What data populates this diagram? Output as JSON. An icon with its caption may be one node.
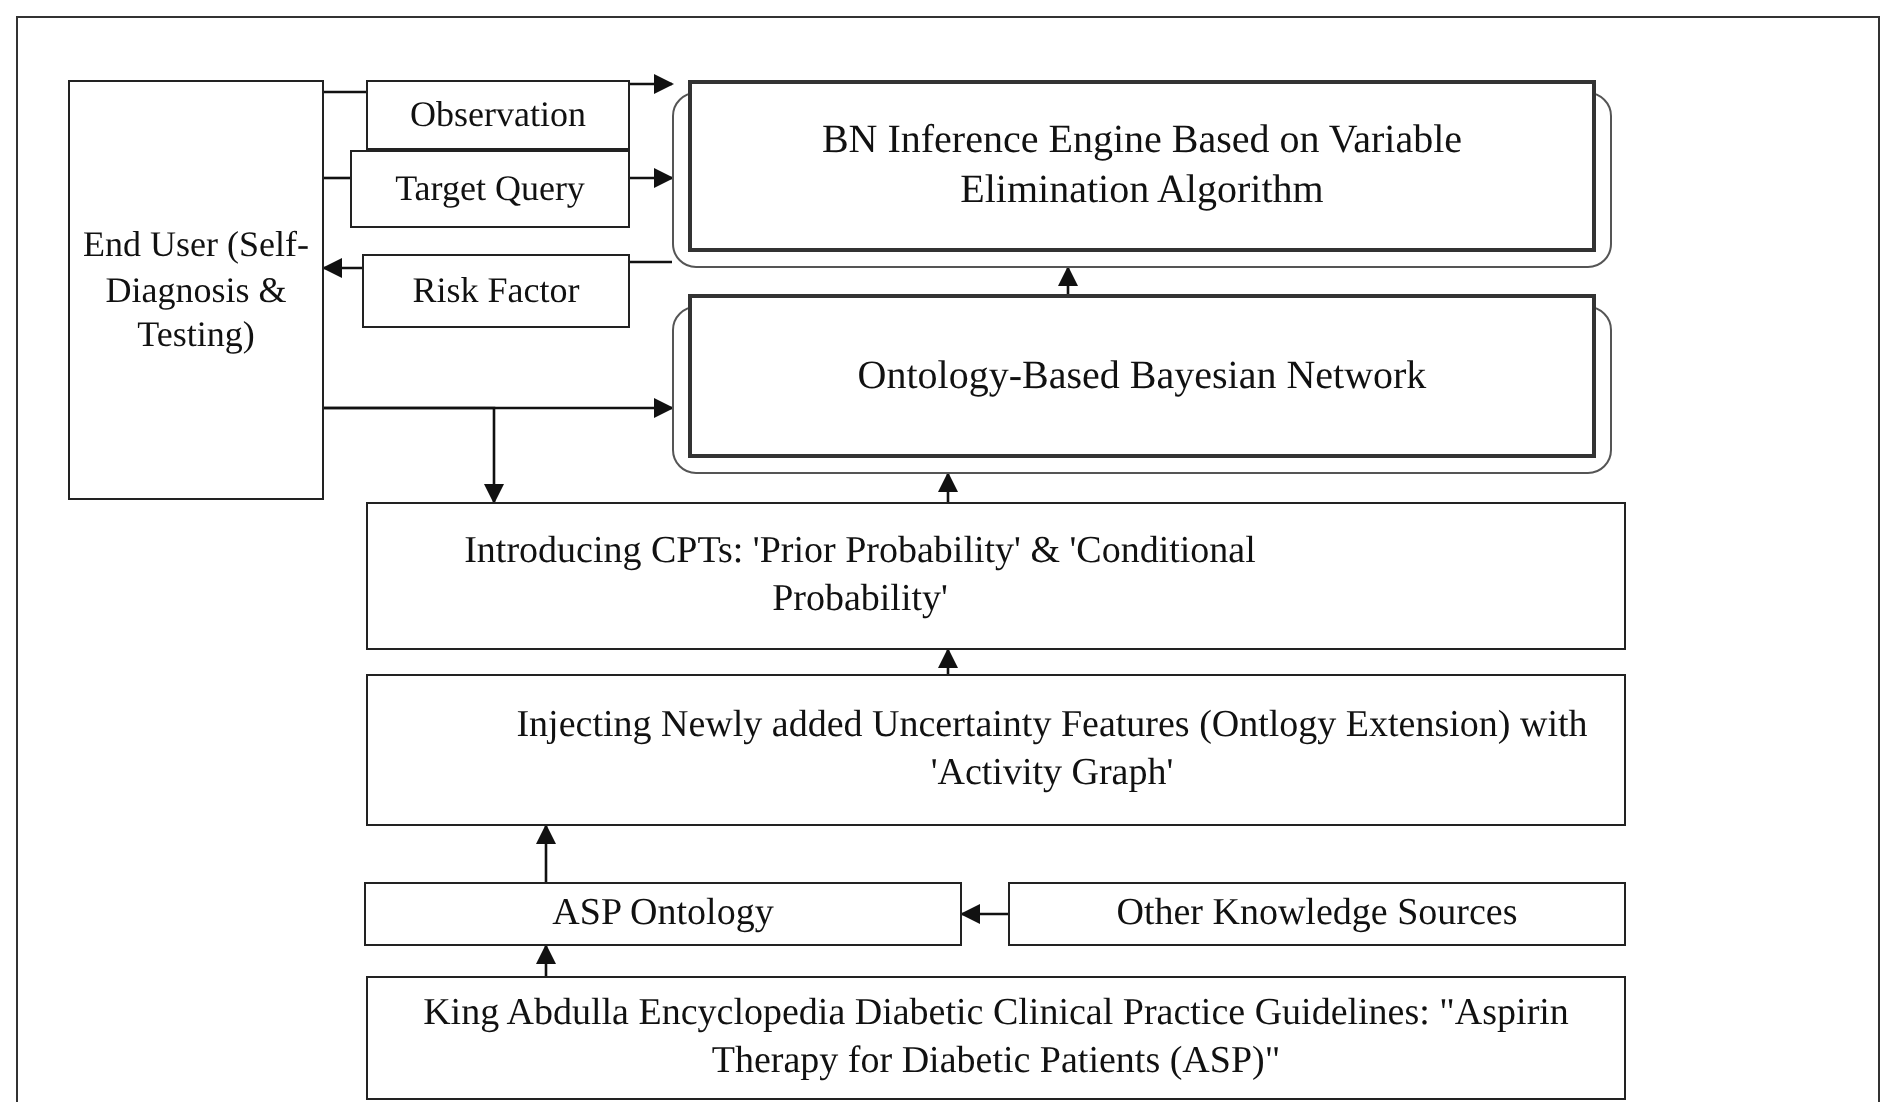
{
  "diagram": {
    "nodes": [
      {
        "text": [
          "End User (Self-Diagnosis & Testing)"
        ]
      },
      {
        "text": [
          "Observation"
        ]
      },
      {
        "text": [
          "Target Query"
        ]
      },
      {
        "text": [
          "Risk Factor"
        ]
      },
      {
        "text": [
          "BN Inference Engine Based on Variable Elimination Algorithm"
        ]
      },
      {
        "text": [
          "Ontology-Based Bayesian Network"
        ]
      },
      {
        "text": [
          "Introducing CPTs: 'Prior Probability' & 'Conditional Probability'"
        ]
      },
      {
        "text": [
          "Injecting Newly added Uncertainty Features (Ontlogy Extension) with 'Activity Graph'"
        ]
      },
      {
        "text": [
          "ASP Ontology"
        ]
      },
      {
        "text": [
          "Other Knowledge Sources"
        ]
      },
      {
        "text": [
          "King Abdulla Encyclopedia Diabetic Clinical Practice Guidelines: \"Aspirin Therapy for Diabetic Patients (ASP)\""
        ]
      }
    ],
    "edges": [
      {
        "from": 0,
        "to": 1,
        "arrow": "none"
      },
      {
        "from": 1,
        "to": 4,
        "arrow": "to"
      },
      {
        "from": 0,
        "to": 2,
        "arrow": "none"
      },
      {
        "from": 2,
        "to": 4,
        "arrow": "to"
      },
      {
        "from": 4,
        "to": 3,
        "arrow": "none"
      },
      {
        "from": 3,
        "to": 0,
        "arrow": "to"
      },
      {
        "from": 0,
        "to": 5,
        "arrow": "to"
      },
      {
        "from": 0,
        "to": 6,
        "arrow": "to"
      },
      {
        "from": 5,
        "to": 4,
        "arrow": "to"
      },
      {
        "from": 6,
        "to": 5,
        "arrow": "to"
      },
      {
        "from": 7,
        "to": 6,
        "arrow": "to"
      },
      {
        "from": 8,
        "to": 7,
        "arrow": "to"
      },
      {
        "from": 9,
        "to": 8,
        "arrow": "to"
      },
      {
        "from": 10,
        "to": 8,
        "arrow": "to"
      }
    ]
  }
}
